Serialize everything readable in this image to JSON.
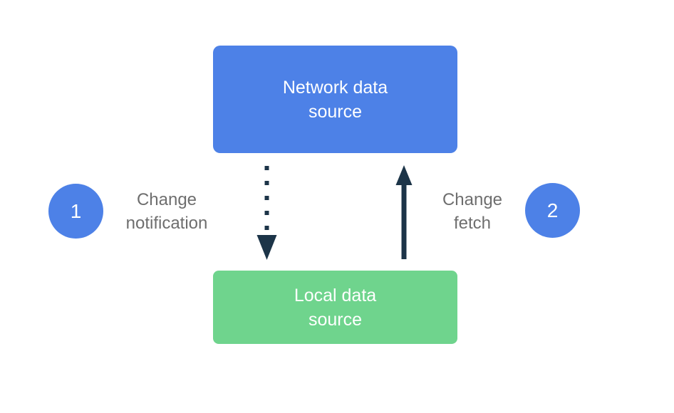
{
  "colors": {
    "node-blue": "#4d81e7",
    "node-green": "#6fd48d",
    "arrow-navy": "#1c3448",
    "label-gray": "#6e6e6e",
    "text-white": "#ffffff",
    "background": "#ffffff"
  },
  "diagram": {
    "nodes": {
      "network": {
        "label": "Network data\nsource"
      },
      "local": {
        "label": "Local data\nsource"
      }
    },
    "steps": [
      {
        "number": "1",
        "label": "Change\nnotification"
      },
      {
        "number": "2",
        "label": "Change\nfetch"
      }
    ],
    "arrows": [
      {
        "name": "change-notification-arrow",
        "style": "dotted",
        "direction": "down",
        "from": "network",
        "to": "local"
      },
      {
        "name": "change-fetch-arrow",
        "style": "solid",
        "direction": "up",
        "from": "local",
        "to": "network"
      }
    ]
  }
}
